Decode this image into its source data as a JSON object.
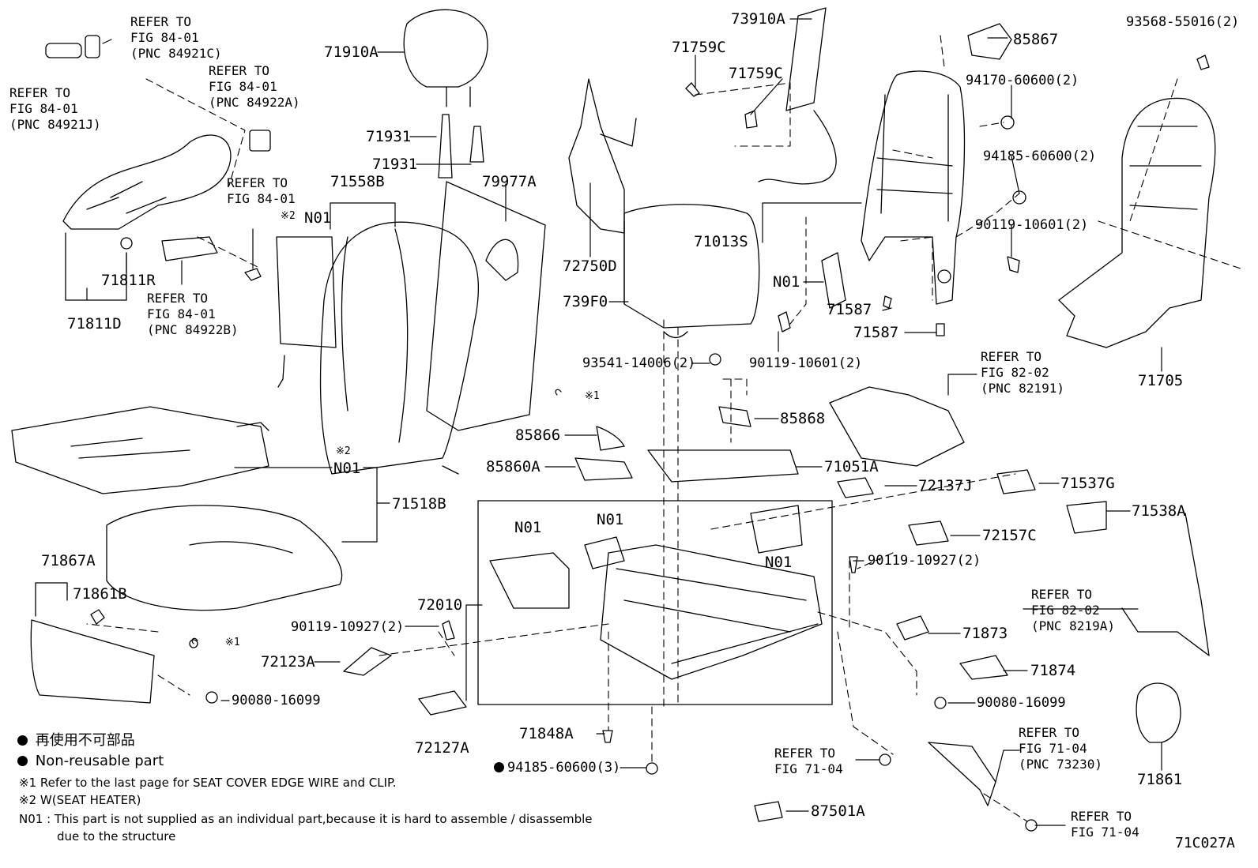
{
  "parts": [
    {
      "id": "71910A",
      "text": "71910A"
    },
    {
      "id": "71931a",
      "text": "71931"
    },
    {
      "id": "71931b",
      "text": "71931"
    },
    {
      "id": "71558B",
      "text": "71558B"
    },
    {
      "id": "79977A",
      "text": "79977A"
    },
    {
      "id": "72750D",
      "text": "72750D"
    },
    {
      "id": "73910A",
      "text": "73910A"
    },
    {
      "id": "71759Ca",
      "text": "71759C"
    },
    {
      "id": "71759Cb",
      "text": "71759C"
    },
    {
      "id": "85867",
      "text": "85867"
    },
    {
      "id": "93568-55016",
      "text": "93568-55016(2)"
    },
    {
      "id": "94170-60600",
      "text": "94170-60600(2)"
    },
    {
      "id": "94185-60600-2",
      "text": "94185-60600(2)"
    },
    {
      "id": "90119-10601-a",
      "text": "90119-10601(2)"
    },
    {
      "id": "71013S",
      "text": "71013S"
    },
    {
      "id": "N01-a",
      "text": "N01"
    },
    {
      "id": "71587a",
      "text": "71587"
    },
    {
      "id": "71587b",
      "text": "71587"
    },
    {
      "id": "739F0",
      "text": "739F0"
    },
    {
      "id": "90119-10601-b",
      "text": "90119-10601(2)"
    },
    {
      "id": "93541-14006",
      "text": "93541-14006(2)"
    },
    {
      "id": "71705",
      "text": "71705"
    },
    {
      "id": "85868",
      "text": "85868"
    },
    {
      "id": "85866",
      "text": "85866"
    },
    {
      "id": "85860A",
      "text": "85860A"
    },
    {
      "id": "71051A",
      "text": "71051A"
    },
    {
      "id": "72137J",
      "text": "72137J"
    },
    {
      "id": "71537G",
      "text": "71537G"
    },
    {
      "id": "71538A",
      "text": "71538A"
    },
    {
      "id": "72157C",
      "text": "72157C"
    },
    {
      "id": "N01-b",
      "text": "N01"
    },
    {
      "id": "N01-c",
      "text": "N01"
    },
    {
      "id": "N01-d",
      "text": "N01"
    },
    {
      "id": "N01-e",
      "text": "N01"
    },
    {
      "id": "N01-f",
      "text": "N01"
    },
    {
      "id": "71518B",
      "text": "71518B"
    },
    {
      "id": "71867A",
      "text": "71867A"
    },
    {
      "id": "71861B",
      "text": "71861B"
    },
    {
      "id": "72010",
      "text": "72010"
    },
    {
      "id": "90119-10927-a",
      "text": "90119-10927(2)"
    },
    {
      "id": "90119-10927-b",
      "text": "90119-10927(2)"
    },
    {
      "id": "72123A",
      "text": "72123A"
    },
    {
      "id": "90080-16099-a",
      "text": "90080-16099"
    },
    {
      "id": "90080-16099-b",
      "text": "90080-16099"
    },
    {
      "id": "72127A",
      "text": "72127A"
    },
    {
      "id": "71848A",
      "text": "71848A"
    },
    {
      "id": "94185-60600-3",
      "text": "94185-60600(3)"
    },
    {
      "id": "71873",
      "text": "71873"
    },
    {
      "id": "71874",
      "text": "71874"
    },
    {
      "id": "87501A",
      "text": "87501A"
    },
    {
      "id": "71861",
      "text": "71861"
    },
    {
      "id": "71811R",
      "text": "71811R"
    },
    {
      "id": "71811D",
      "text": "71811D"
    }
  ],
  "refs": {
    "r1": "REFER TO\nFIG 84-01\n(PNC 84921C)",
    "r2": "REFER TO\nFIG 84-01\n(PNC 84921J)",
    "r3": "REFER TO\nFIG 84-01\n(PNC 84922A)",
    "r4": "REFER TO\nFIG 84-01",
    "r5": "REFER TO\nFIG 84-01\n(PNC 84922B)",
    "r6": "REFER TO\nFIG 82-02\n(PNC 82191)",
    "r7": "REFER TO\nFIG 82-02\n(PNC 8219A)",
    "r8": "REFER TO\nFIG 71-04\n(PNC 73230)",
    "r9": "REFER TO\nFIG 71-04",
    "r10": "REFER TO\nFIG 71-04"
  },
  "symbols": {
    "s1": "※1",
    "s2": "※1",
    "s3": "※2",
    "s4": "※2"
  },
  "legend": {
    "jp": "再使用不可部品",
    "en": "Non-reusable part",
    "note1": "※1  Refer to the last page for SEAT COVER EDGE WIRE and CLIP.",
    "note2": "※2  W(SEAT HEATER)",
    "note3": "N01 : This part is not supplied as an individual part,because it is hard to assemble / disassemble",
    "note3b": "due to the structure"
  },
  "figure_code": "71C027A"
}
